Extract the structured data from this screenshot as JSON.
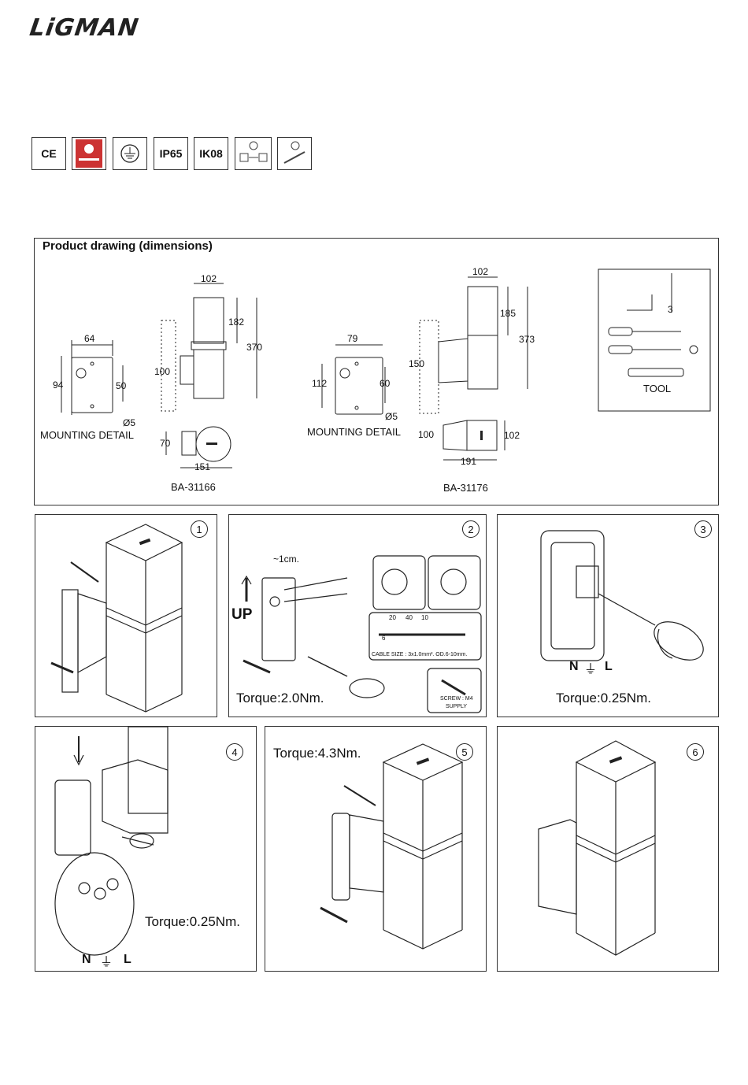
{
  "brand": "LiGMAN",
  "certifications": [
    "CE",
    "",
    "",
    "IP65",
    "IK08",
    "",
    ""
  ],
  "drawing": {
    "title": "Product drawing (dimensions)",
    "left": {
      "mounting_label": "MOUNTING DETAIL",
      "model": "BA-31166",
      "dims": {
        "w64": "64",
        "h94": "94",
        "h50": "50",
        "d5": "Ø5",
        "w102": "102",
        "h182": "182",
        "h370": "370",
        "d100": "100",
        "h70": "70",
        "w151": "151"
      }
    },
    "right": {
      "mounting_label": "MOUNTING DETAIL",
      "model": "BA-31176",
      "dims": {
        "w79": "79",
        "h112": "112",
        "h60": "60",
        "d5": "Ø5",
        "w102": "102",
        "h185": "185",
        "h373": "373",
        "h150": "150",
        "d100": "100",
        "w102b": "102",
        "w191": "191"
      }
    },
    "tool": {
      "label": "TOOL",
      "size": "3"
    }
  },
  "steps": [
    {
      "num": "1",
      "torque": ""
    },
    {
      "num": "2",
      "torque": "Torque:2.0Nm.",
      "up": "UP",
      "approx": "~1cm.",
      "cable": "CABLE SIZE : 3x1.0mm². OD.6-10mm.",
      "strip": [
        "20",
        "40",
        "10",
        "6"
      ],
      "screw": "SCREW : M4",
      "supply": "SUPPLY"
    },
    {
      "num": "3",
      "torque": "Torque:0.25Nm.",
      "terminals": [
        "N",
        "⏚",
        "L"
      ]
    },
    {
      "num": "4",
      "torque": "Torque:0.25Nm.",
      "terminals": [
        "N",
        "⏚",
        "L"
      ]
    },
    {
      "num": "5",
      "torque": "Torque:4.3Nm."
    },
    {
      "num": "6",
      "torque": ""
    }
  ]
}
